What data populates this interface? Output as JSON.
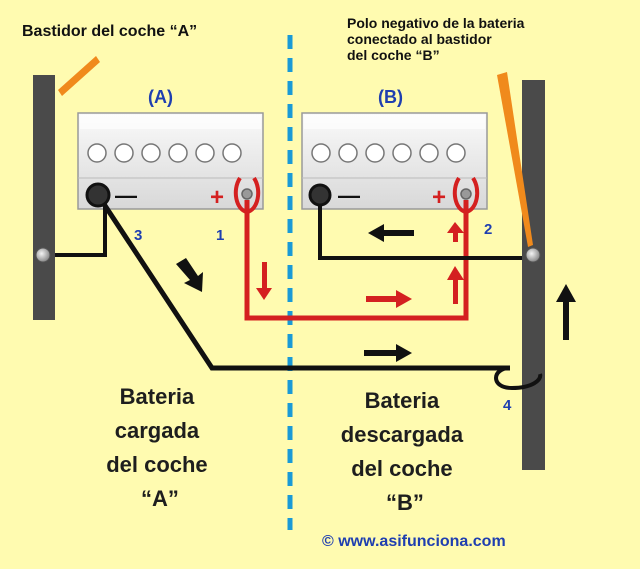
{
  "labels": {
    "frame_a": "Bastidor del coche “A”",
    "negative_pole_lines": [
      "Polo negativo de la bateria",
      "conectado al bastidor",
      "del coche “B”"
    ],
    "battery_a": "(A)",
    "battery_b": "(B)",
    "minus_a": "—",
    "plus_a": "+",
    "minus_b": "—",
    "plus_b": "+",
    "n1": "1",
    "n2": "2",
    "n3": "3",
    "n4": "4",
    "charged_lines": [
      "Bateria",
      "cargada",
      "del coche",
      "“A”"
    ],
    "discharged_lines": [
      "Bateria",
      "descargada",
      "del coche",
      "“B”"
    ],
    "copyright": "© www.asifunciona.com"
  },
  "colors": {
    "background": "#fffbb0",
    "frame": "#4a4a4a",
    "red_cable": "#d42020",
    "black_cable": "#111111",
    "divider": "#1a9ad6",
    "label_blue": "#1f3fb0",
    "pointer_orange": "#f08a1c"
  }
}
